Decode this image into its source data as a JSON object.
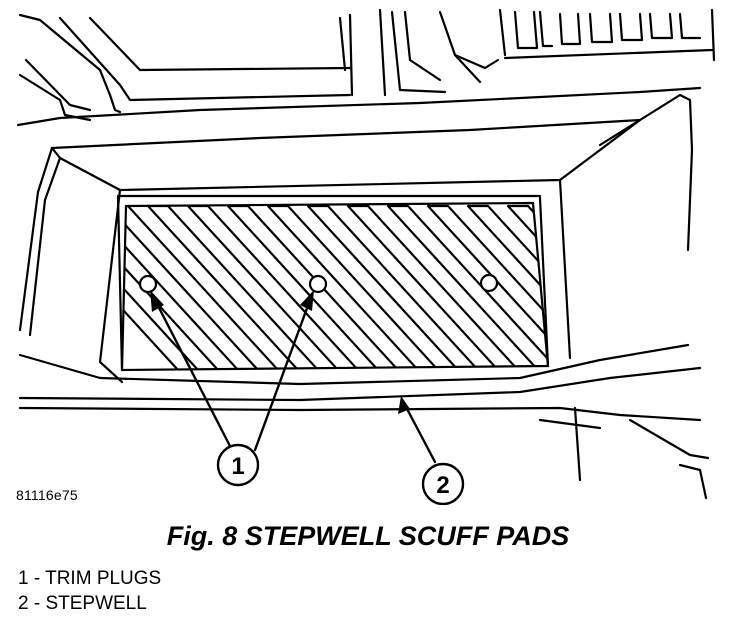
{
  "figure": {
    "code": "81116e75",
    "caption": "Fig. 8 STEPWELL SCUFF PADS"
  },
  "callouts": [
    {
      "number": "1",
      "label": "TRIM PLUGS"
    },
    {
      "number": "2",
      "label": "STEPWELL"
    }
  ],
  "legend": [
    {
      "text": "1 - TRIM PLUGS"
    },
    {
      "text": "2 - STEPWELL"
    }
  ]
}
